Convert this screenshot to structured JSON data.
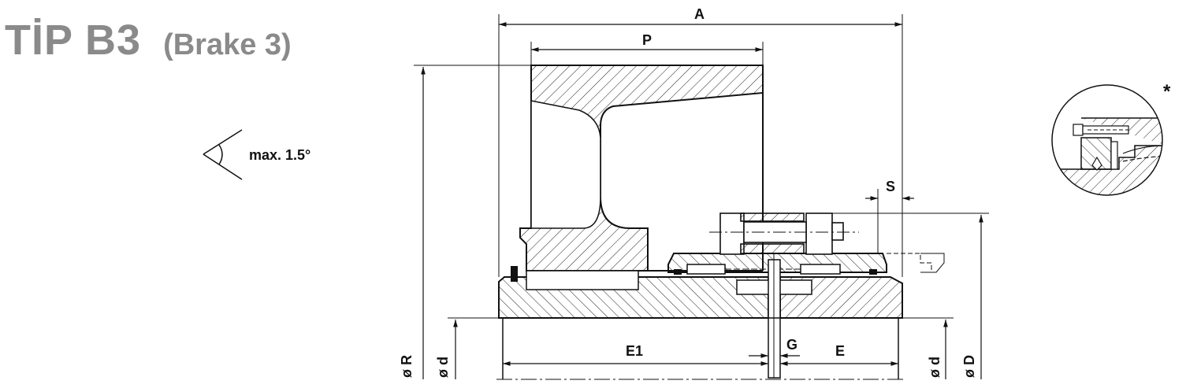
{
  "title": {
    "main": "TİP B3",
    "sub": "(Brake 3)"
  },
  "misalignment": {
    "label": "max. 1.5°"
  },
  "dimensions": {
    "A": "A",
    "P": "P",
    "S": "S",
    "E1": "E1",
    "G": "G",
    "E": "E",
    "R": "ø R",
    "d_left": "ø d",
    "d_right": "ø d",
    "D": "ø D"
  },
  "detail_marker": "*"
}
